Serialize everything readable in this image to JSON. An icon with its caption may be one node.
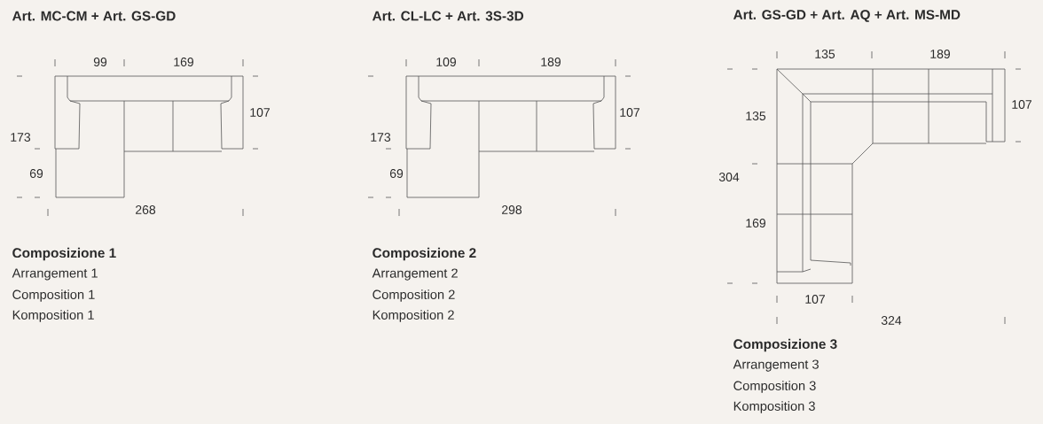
{
  "diagram": {
    "labels": [
      "Art. MC-CM + Art. GS-GD",
      "99",
      "169",
      "107",
      "173",
      "69",
      "268",
      "Composizione 1",
      "Arrangement 1",
      "Composition 1",
      "Komposition 1",
      "Art. CL-LC + Art. 3S-3D",
      "109",
      "189",
      "107",
      "173",
      "69",
      "298",
      "Composizione 2",
      "Arrangement 2",
      "Composition 2",
      "Komposition 2",
      "Art. GS-GD + Art. AQ + Art. MS-MD",
      "135",
      "189",
      "135",
      "107",
      "304",
      "169",
      "107",
      "324",
      "Composizione 3",
      "Arrangement 3",
      "Composition 3",
      "Komposition 3"
    ]
  }
}
